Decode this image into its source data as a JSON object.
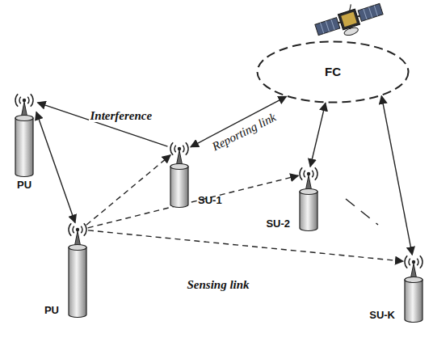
{
  "diagram": {
    "nodes": [
      {
        "text": [
          "FC"
        ]
      },
      {
        "text": [
          "PU"
        ]
      },
      {
        "text": [
          "SU-1"
        ]
      },
      {
        "text": [
          "SU-2"
        ]
      },
      {
        "text": [
          "PU"
        ]
      },
      {
        "text": [
          "SU-K"
        ]
      }
    ],
    "edges": [
      {
        "from": 2,
        "to": 1,
        "arrow": "to",
        "label": "Interference"
      },
      {
        "from": 0,
        "to": 2,
        "arrow": "both",
        "label": "Reporting link"
      },
      {
        "from": 0,
        "to": 3,
        "arrow": "both"
      },
      {
        "from": 0,
        "to": 5,
        "arrow": "both"
      },
      {
        "from": 1,
        "to": 4,
        "arrow": "both"
      },
      {
        "from": 4,
        "to": 2,
        "arrow": "to"
      },
      {
        "from": 4,
        "to": 3,
        "arrow": "to"
      },
      {
        "from": 4,
        "to": 5,
        "arrow": "to",
        "label": "Sensing link"
      }
    ]
  }
}
